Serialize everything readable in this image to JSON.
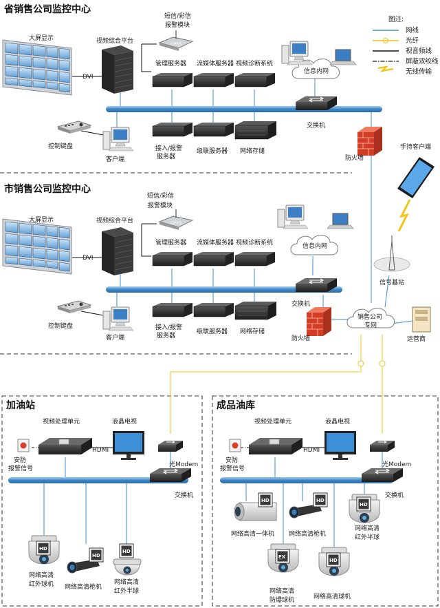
{
  "sections": {
    "province": "省销售公司监控中心",
    "city": "市销售公司监控中心",
    "gas_station": "加油站",
    "depot": "成品油库"
  },
  "legend": {
    "title": "图注:",
    "items": [
      "网线",
      "光纤",
      "视音频线",
      "屏蔽双绞线",
      "无线传输"
    ]
  },
  "labels": {
    "big_screen": "大屏显示",
    "video_platform": "视频综合平台",
    "sms_module": [
      "短信/彩信",
      "报警模块"
    ],
    "gprs": "GPRS",
    "mgmt_server": "管理服务器",
    "stream_server": "流媒体服务器",
    "diag_system": "视频诊断系统",
    "info_intranet": "信息内网",
    "dvi": "DVI",
    "control_keyboard": "控制键盘",
    "client": "客户端",
    "access_alarm_server": [
      "接入/报警",
      "服务器"
    ],
    "cascade_server": "级联服务器",
    "network_storage": "网络存储",
    "switch": "交换机",
    "firewall": "防火墙",
    "handheld_client": "手持客户端",
    "base_station": "信号基站",
    "sales_network": [
      "销售公司",
      "专网"
    ],
    "operator": "运营商",
    "vpu": "视频处理单元",
    "lcd_tv": "液晶电视",
    "hdmi": "HDMI",
    "security_alarm": [
      "安防",
      "报警信号"
    ],
    "optical_modem": "光Modem",
    "hd_ir_dome": [
      "网络高清",
      "红外球机"
    ],
    "hd_bullet": "网络高清枪机",
    "hd_ir_half_dome": [
      "网络高清",
      "红外半球"
    ],
    "hd_integrated": "网络高清一体机",
    "hd_explosion_dome": [
      "网络高清",
      "防爆球机"
    ],
    "hd_ball": "网络高清球机",
    "hd_badge": "HD",
    "ex_badge": "EX"
  },
  "colors": {
    "network": "#3b8fd0",
    "fiber": "#f0c419",
    "av": "#111111",
    "backbone": "#4a90c8",
    "firewall": "#d9402b",
    "dark": "#2b2b2b"
  }
}
